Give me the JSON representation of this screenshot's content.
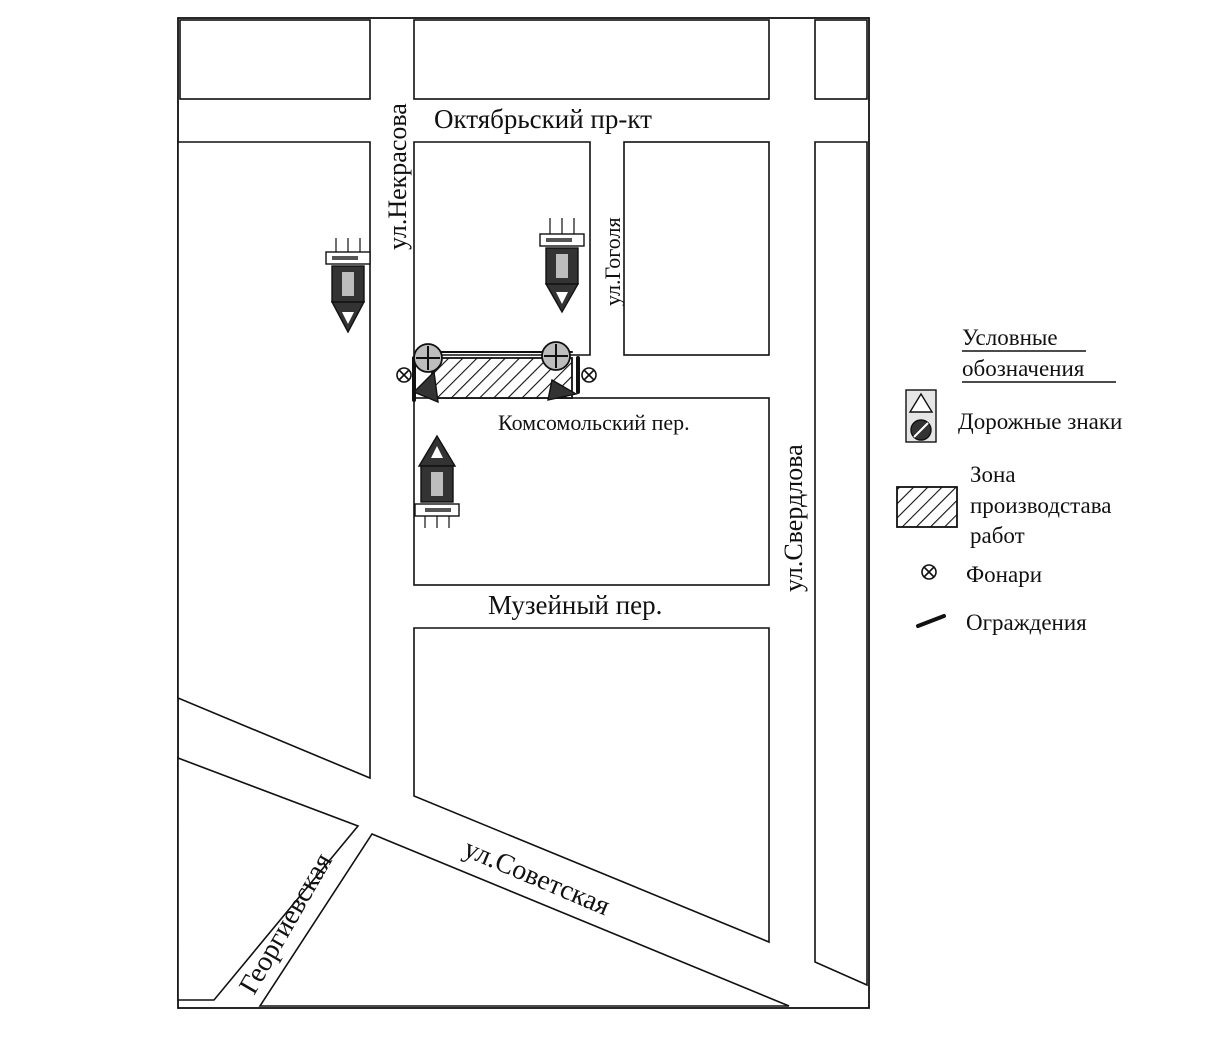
{
  "streets": {
    "oktyabrsky": "Октябрьский пр-кт",
    "nekrasova": "ул.Некрасова",
    "gogolya": "ул.Гоголя",
    "komsomolsky": "Комсомольский пер.",
    "muzeyny": "Музейный пер.",
    "sverdlova": "ул.Свердлова",
    "sovetskaya": "ул.Советская",
    "georgievskaya": "Георгиевская"
  },
  "legend": {
    "title_line1": "Условные",
    "title_line2": "обозначения",
    "road_signs": "Дорожные знаки",
    "work_zone_line1": "Зона",
    "work_zone_line2": "производстава",
    "work_zone_line3": "работ",
    "lanterns": "Фонари",
    "fences": "Ограждения"
  },
  "colors": {
    "ink": "#111111",
    "sign_dark": "#333333",
    "sign_light": "#bdbdbd"
  }
}
